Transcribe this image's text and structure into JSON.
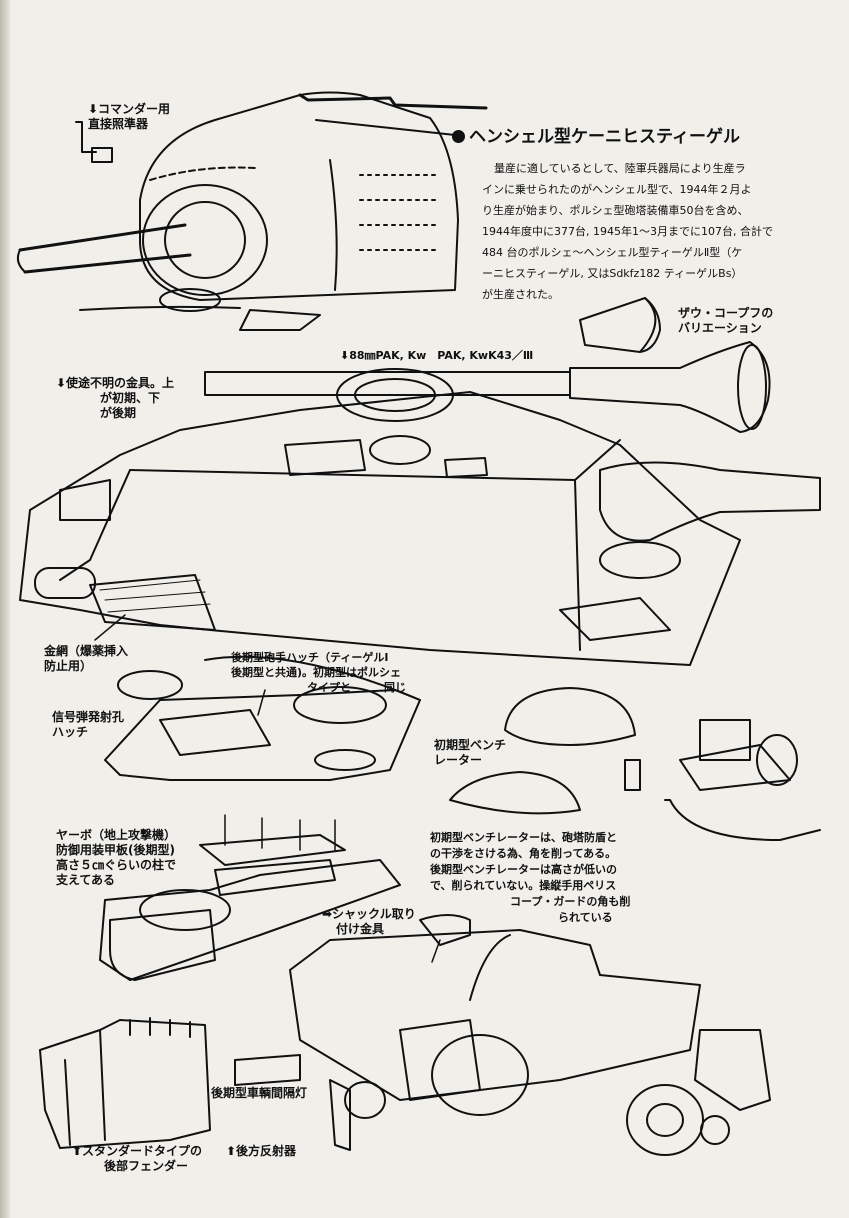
{
  "heading": "ヘンシェル型ケーニヒスティーゲル",
  "body_lines": [
    "量産に適しているとして、陸軍兵器局により生産ラ",
    "インに乗せられたのがヘンシェル型で、1944年２月よ",
    "り生産が始まり、ポルシェ型砲塔装備車50台を含め、",
    "1944年度中に377台, 1945年1〜3月までに107台, 合計で",
    "484 台のポルシェ〜ヘンシェル型ティーゲルⅡ型（ケ",
    "ーニヒスティーゲル, 又はSdkfz182 ティーゲルBs）",
    "が生産された。"
  ],
  "labels": {
    "commander": [
      "⬇コマンダー用",
      "直接照準器"
    ],
    "saukopf": [
      "ザウ・コープフの",
      "バリエーション"
    ],
    "gun": "⬇88㎜PAK, Kw　PAK, KwK43／Ⅲ",
    "fitting": [
      "⬇使途不明の金具。上",
      "が初期、下",
      "が後期"
    ],
    "mesh": [
      "金網（爆薬挿入",
      "防止用）"
    ],
    "loader_hatch": [
      "後期型砲手ハッチ（ティーゲルⅠ",
      "後期型と共通)。初期型はポルシェ",
      "タイプと　　　同じ"
    ],
    "signal_port": [
      "信号弾発射孔",
      "ハッチ"
    ],
    "early_vent": [
      "初期型ベンチ",
      "レーター"
    ],
    "vent_note": [
      "初期型ベンチレーターは、砲塔防盾と",
      "の干渉をさける為、角を削ってある。",
      "後期型ベンチレーターは高さが低いの",
      "で、削られていない。操縦手用ペリス",
      "コープ・ガードの角も削",
      "られている"
    ],
    "armor": [
      "ヤーボ（地上攻撃機）",
      "防御用装甲板(後期型)",
      "高さ５㎝ぐらいの柱で",
      "支えてある"
    ],
    "shackle": [
      "➡シャックル取り",
      "付け金具"
    ],
    "convoy_light": "後期型車輌間隔灯",
    "reflector": "⬆後方反射器",
    "fender": [
      "⬆スタンダードタイプの",
      "後部フェンダー"
    ]
  }
}
